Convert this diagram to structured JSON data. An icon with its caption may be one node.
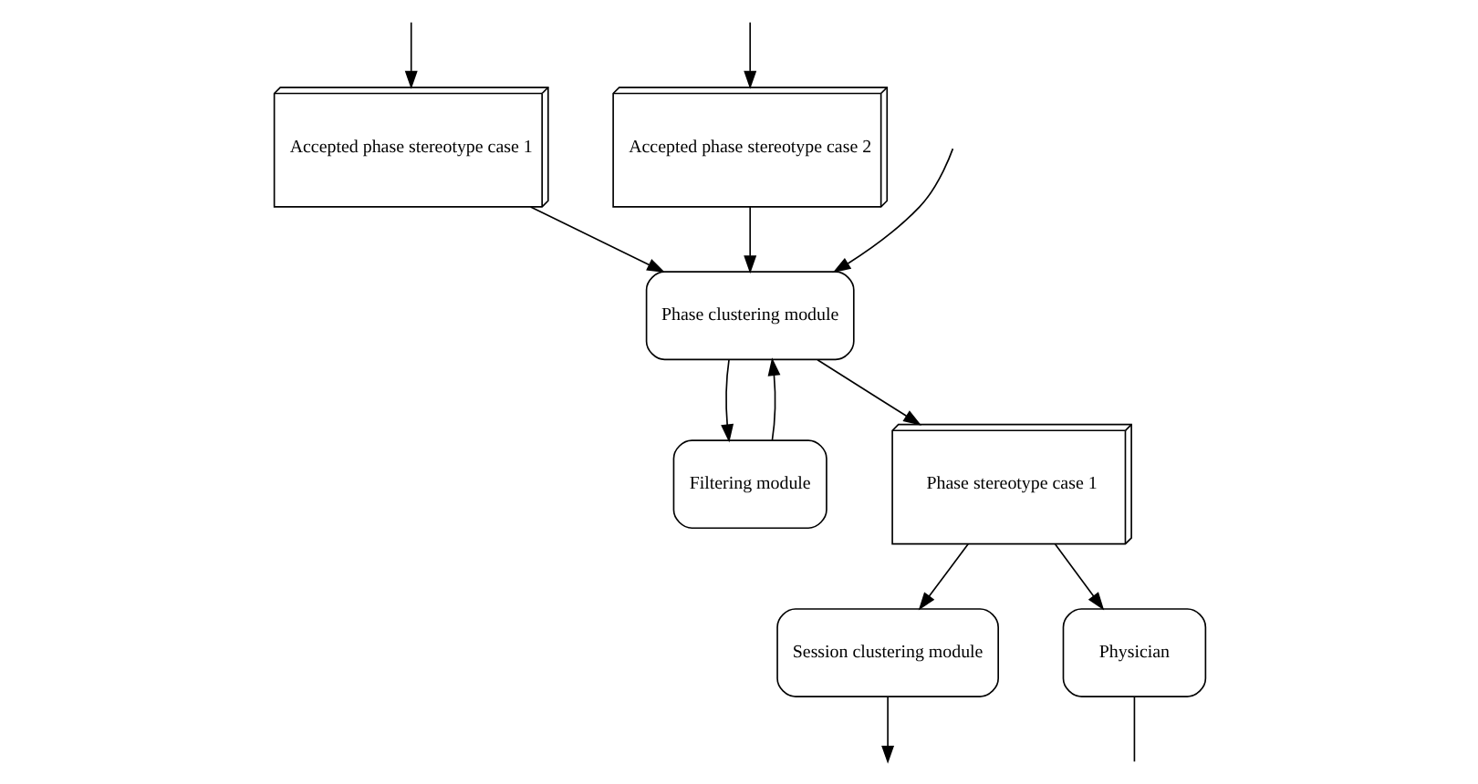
{
  "diagram": {
    "nodes": [
      {
        "text": [
          "Phase clustering module"
        ]
      },
      {
        "text": [
          "Filtering module"
        ]
      },
      {
        "text": [
          "Session clustering module"
        ]
      },
      {
        "text": [
          "Phase stereotype case 1"
        ]
      },
      {
        "text": [
          "Accepted phase stereotype case 1"
        ]
      },
      {
        "text": [
          "Physician"
        ]
      },
      {
        "text": [
          "Accepted phase stereotype case 2"
        ]
      }
    ],
    "edges": [
      {
        "from": null,
        "to": 0,
        "arrow": "to"
      },
      {
        "from": 0,
        "to": 1,
        "arrow": "to"
      },
      {
        "from": 1,
        "to": 0,
        "arrow": "to"
      },
      {
        "from": 0,
        "to": 3,
        "arrow": "to"
      },
      {
        "from": 4,
        "to": 0,
        "arrow": "to"
      },
      {
        "from": 6,
        "to": 0,
        "arrow": "to"
      },
      {
        "from": 3,
        "to": 2,
        "arrow": "to"
      },
      {
        "from": 2,
        "to": null,
        "arrow": "to"
      },
      {
        "from": 3,
        "to": 5,
        "arrow": "to"
      },
      {
        "from": 5,
        "to": null,
        "arrow": "none"
      },
      {
        "from": null,
        "to": 4,
        "arrow": "to"
      },
      {
        "from": null,
        "to": 6,
        "arrow": "to"
      }
    ]
  }
}
